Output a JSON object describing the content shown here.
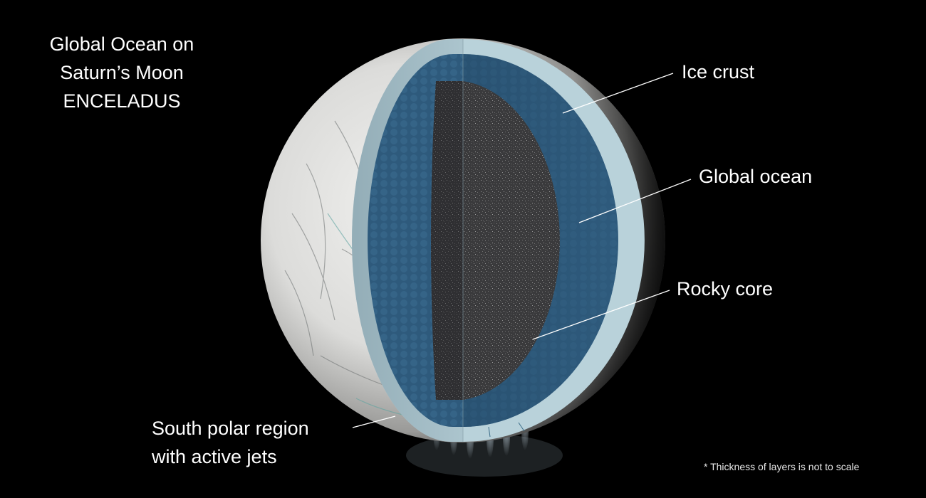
{
  "title": {
    "lines": [
      "Global Ocean on",
      "Saturn’s Moon",
      "ENCELADUS"
    ]
  },
  "labels": {
    "ice_crust": "Ice crust",
    "global_ocean": "Global ocean",
    "rocky_core": "Rocky core",
    "south_polar": [
      "South polar region",
      "with active jets"
    ]
  },
  "footnote": "* Thickness of layers is not to scale",
  "colors": {
    "background": "#000000",
    "surface": "#e6e6e4",
    "ice_crust": "#b9d2da",
    "ocean": "#2c5677",
    "core": "#3a3a3c",
    "leader_line": "#ffffff"
  }
}
